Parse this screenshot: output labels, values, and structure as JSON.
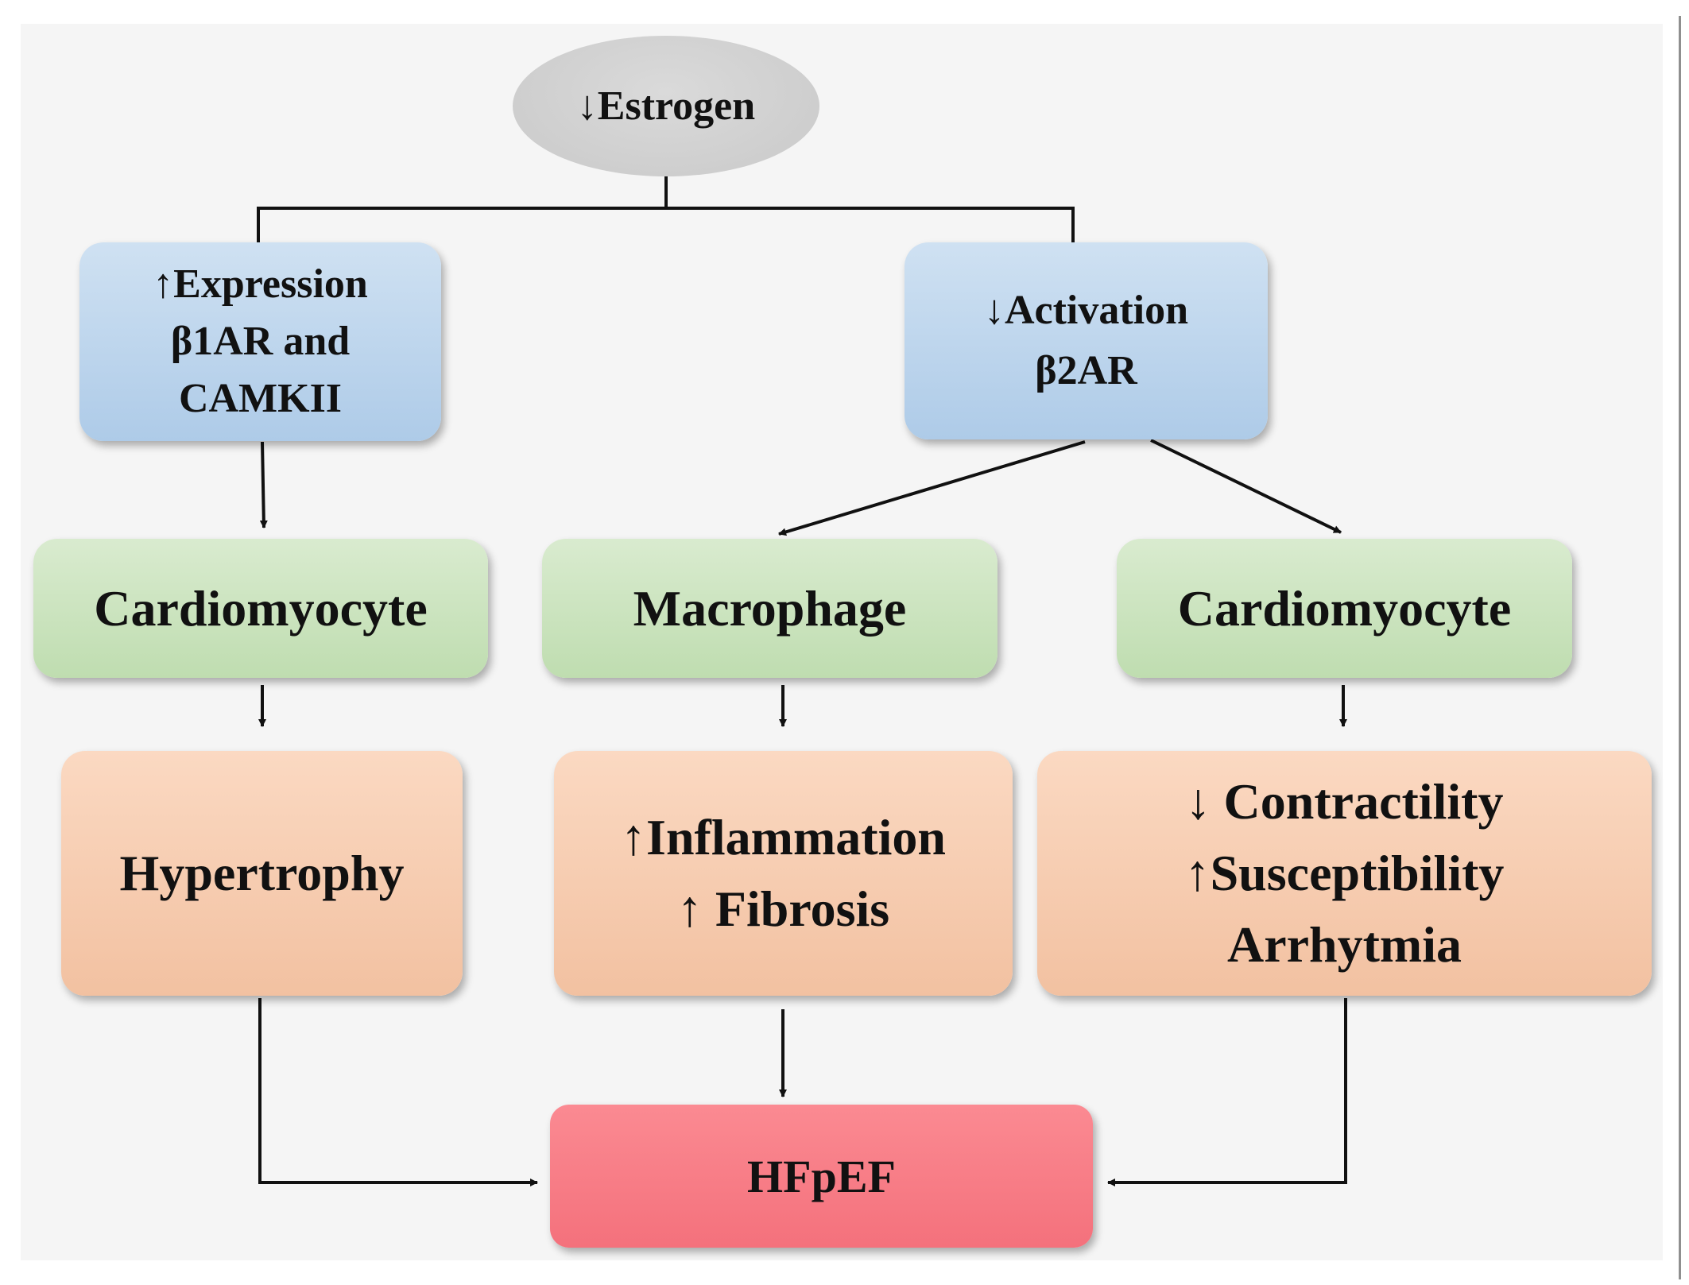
{
  "diagram": {
    "nodes": {
      "estrogen": {
        "label": "↓Estrogen"
      },
      "beta1": {
        "lines": [
          "↑Expression",
          "β1AR and",
          "CAMKII"
        ]
      },
      "beta2": {
        "lines": [
          "↓Activation",
          "β2AR"
        ]
      },
      "cardio_left": {
        "label": "Cardiomyocyte"
      },
      "macrophage": {
        "label": "Macrophage"
      },
      "cardio_right": {
        "label": "Cardiomyocyte"
      },
      "hypertrophy": {
        "label": "Hypertrophy"
      },
      "inflammation": {
        "lines": [
          "↑Inflammation",
          "↑ Fibrosis"
        ]
      },
      "contractility": {
        "lines": [
          "↓ Contractility",
          "↑Susceptibility",
          "Arrhytmia"
        ]
      },
      "hfpef": {
        "label": "HFpEF"
      }
    },
    "edges": [
      {
        "from": "estrogen",
        "to": "beta1"
      },
      {
        "from": "estrogen",
        "to": "beta2"
      },
      {
        "from": "beta1",
        "to": "cardio_left"
      },
      {
        "from": "beta2",
        "to": "macrophage"
      },
      {
        "from": "beta2",
        "to": "cardio_right"
      },
      {
        "from": "cardio_left",
        "to": "hypertrophy"
      },
      {
        "from": "macrophage",
        "to": "inflammation"
      },
      {
        "from": "cardio_right",
        "to": "contractility"
      },
      {
        "from": "hypertrophy",
        "to": "hfpef"
      },
      {
        "from": "inflammation",
        "to": "hfpef"
      },
      {
        "from": "contractility",
        "to": "hfpef"
      }
    ],
    "colors": {
      "background": "#f5f5f5",
      "oval": "#cfcfcf",
      "receptor_box": "#bcd4ee",
      "cell_box": "#c9e2bc",
      "effect_box": "#f6c9ab",
      "outcome_box": "#f77d86",
      "line": "#111111"
    }
  }
}
